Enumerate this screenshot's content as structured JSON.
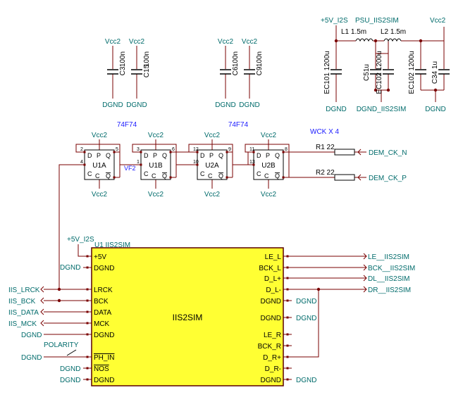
{
  "colors": {
    "wire": "#7a0000",
    "label": "#006b6b",
    "title": "#1a1aff",
    "part": "#000000",
    "chip_fill": "#ffff33",
    "chip_stroke": "#5a0000"
  },
  "caps": [
    {
      "name": "C3",
      "value": "100n",
      "rail": "Vcc2",
      "gnd": "DGND"
    },
    {
      "name": "C15",
      "value": "100n",
      "rail": "Vcc2",
      "gnd": "DGND"
    },
    {
      "name": "C6",
      "value": "100n",
      "rail": "Vcc2",
      "gnd": "DGND"
    },
    {
      "name": "C9",
      "value": "100n",
      "rail": "Vcc2",
      "gnd": "DGND"
    }
  ],
  "psu": {
    "rail_in": "+5V_I2S",
    "title": "PSU_IIS2SIM",
    "rail_out": "Vcc2",
    "l1": "L1 1.5m",
    "l2": "L2 1.5m",
    "ec101": "EC101 1200u",
    "c51": "C51u",
    "ec102a": "EC102 1200u",
    "ec102b": "EC102 1200u",
    "c34": "C34 1u",
    "gnd_left": "DGND",
    "gnd_mid": "DGND_IIS2SIM",
    "gnd_right": "DGND"
  },
  "flipflops": {
    "part_left": "74F74",
    "part_right": "74F74",
    "units": [
      "U1A",
      "U1B",
      "U2A",
      "U2B"
    ],
    "vcc": "Vcc2",
    "pin_d": "D",
    "pin_p": "P",
    "pin_c": "C",
    "pin_q": "Q",
    "pin_qn": "Q",
    "pin_cbar": "C",
    "vf2": "VF2",
    "pins": [
      "2",
      "4",
      "5",
      "3",
      "1",
      "6",
      "12",
      "10",
      "9",
      "11",
      "13",
      "8"
    ],
    "wck": "WCK X 4",
    "r1": "R1 22",
    "r2": "R2 22",
    "dem_n": "DEM_CK_N",
    "dem_p": "DEM_CK_P"
  },
  "chip": {
    "ref": "U1 IIS2SIM",
    "name": "IIS2SIM",
    "rail": "+5V_I2S",
    "left_pins": [
      "+5V",
      "DGND",
      "LRCK",
      "BCK",
      "DATA",
      "MCK",
      "DGND",
      "PH_IN",
      "NOS",
      "DGND"
    ],
    "right_pins": [
      "LE_L",
      "BCK_L",
      "D_L+",
      "D_L-",
      "DGND",
      "DGND",
      "LE_R",
      "BCK_R",
      "D_R+",
      "D_R-",
      "DGND"
    ],
    "left_nets": [
      "IIS_LRCK",
      "IIS_BCK",
      "IIS_DATA",
      "IIS_MCK"
    ],
    "left_gnd": "DGND",
    "polarity": "POLARITY",
    "right_gnd": "DGND",
    "right_nets": [
      "LE__IIS2SIM",
      "BCK__IIS2SIM",
      "DL__IIS2SIM",
      "DR__IIS2SIM"
    ]
  }
}
